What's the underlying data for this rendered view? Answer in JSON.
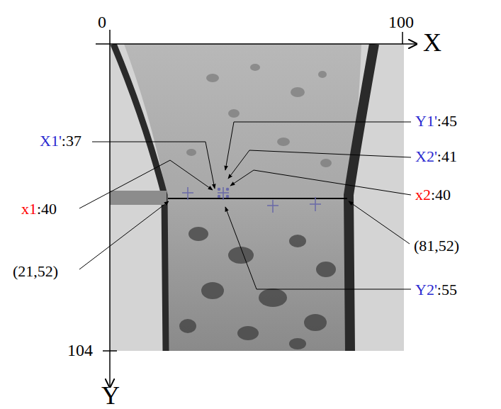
{
  "diagram": {
    "labels": [
      "0",
      "100",
      "X",
      "104",
      "Y",
      "X1'",
      ":37",
      "Y1'",
      ":45",
      "X2'",
      ":41",
      "x1",
      ":40",
      "x2",
      ":40",
      "(21,52)",
      "(81,52)",
      "Y2'",
      ":55"
    ]
  }
}
